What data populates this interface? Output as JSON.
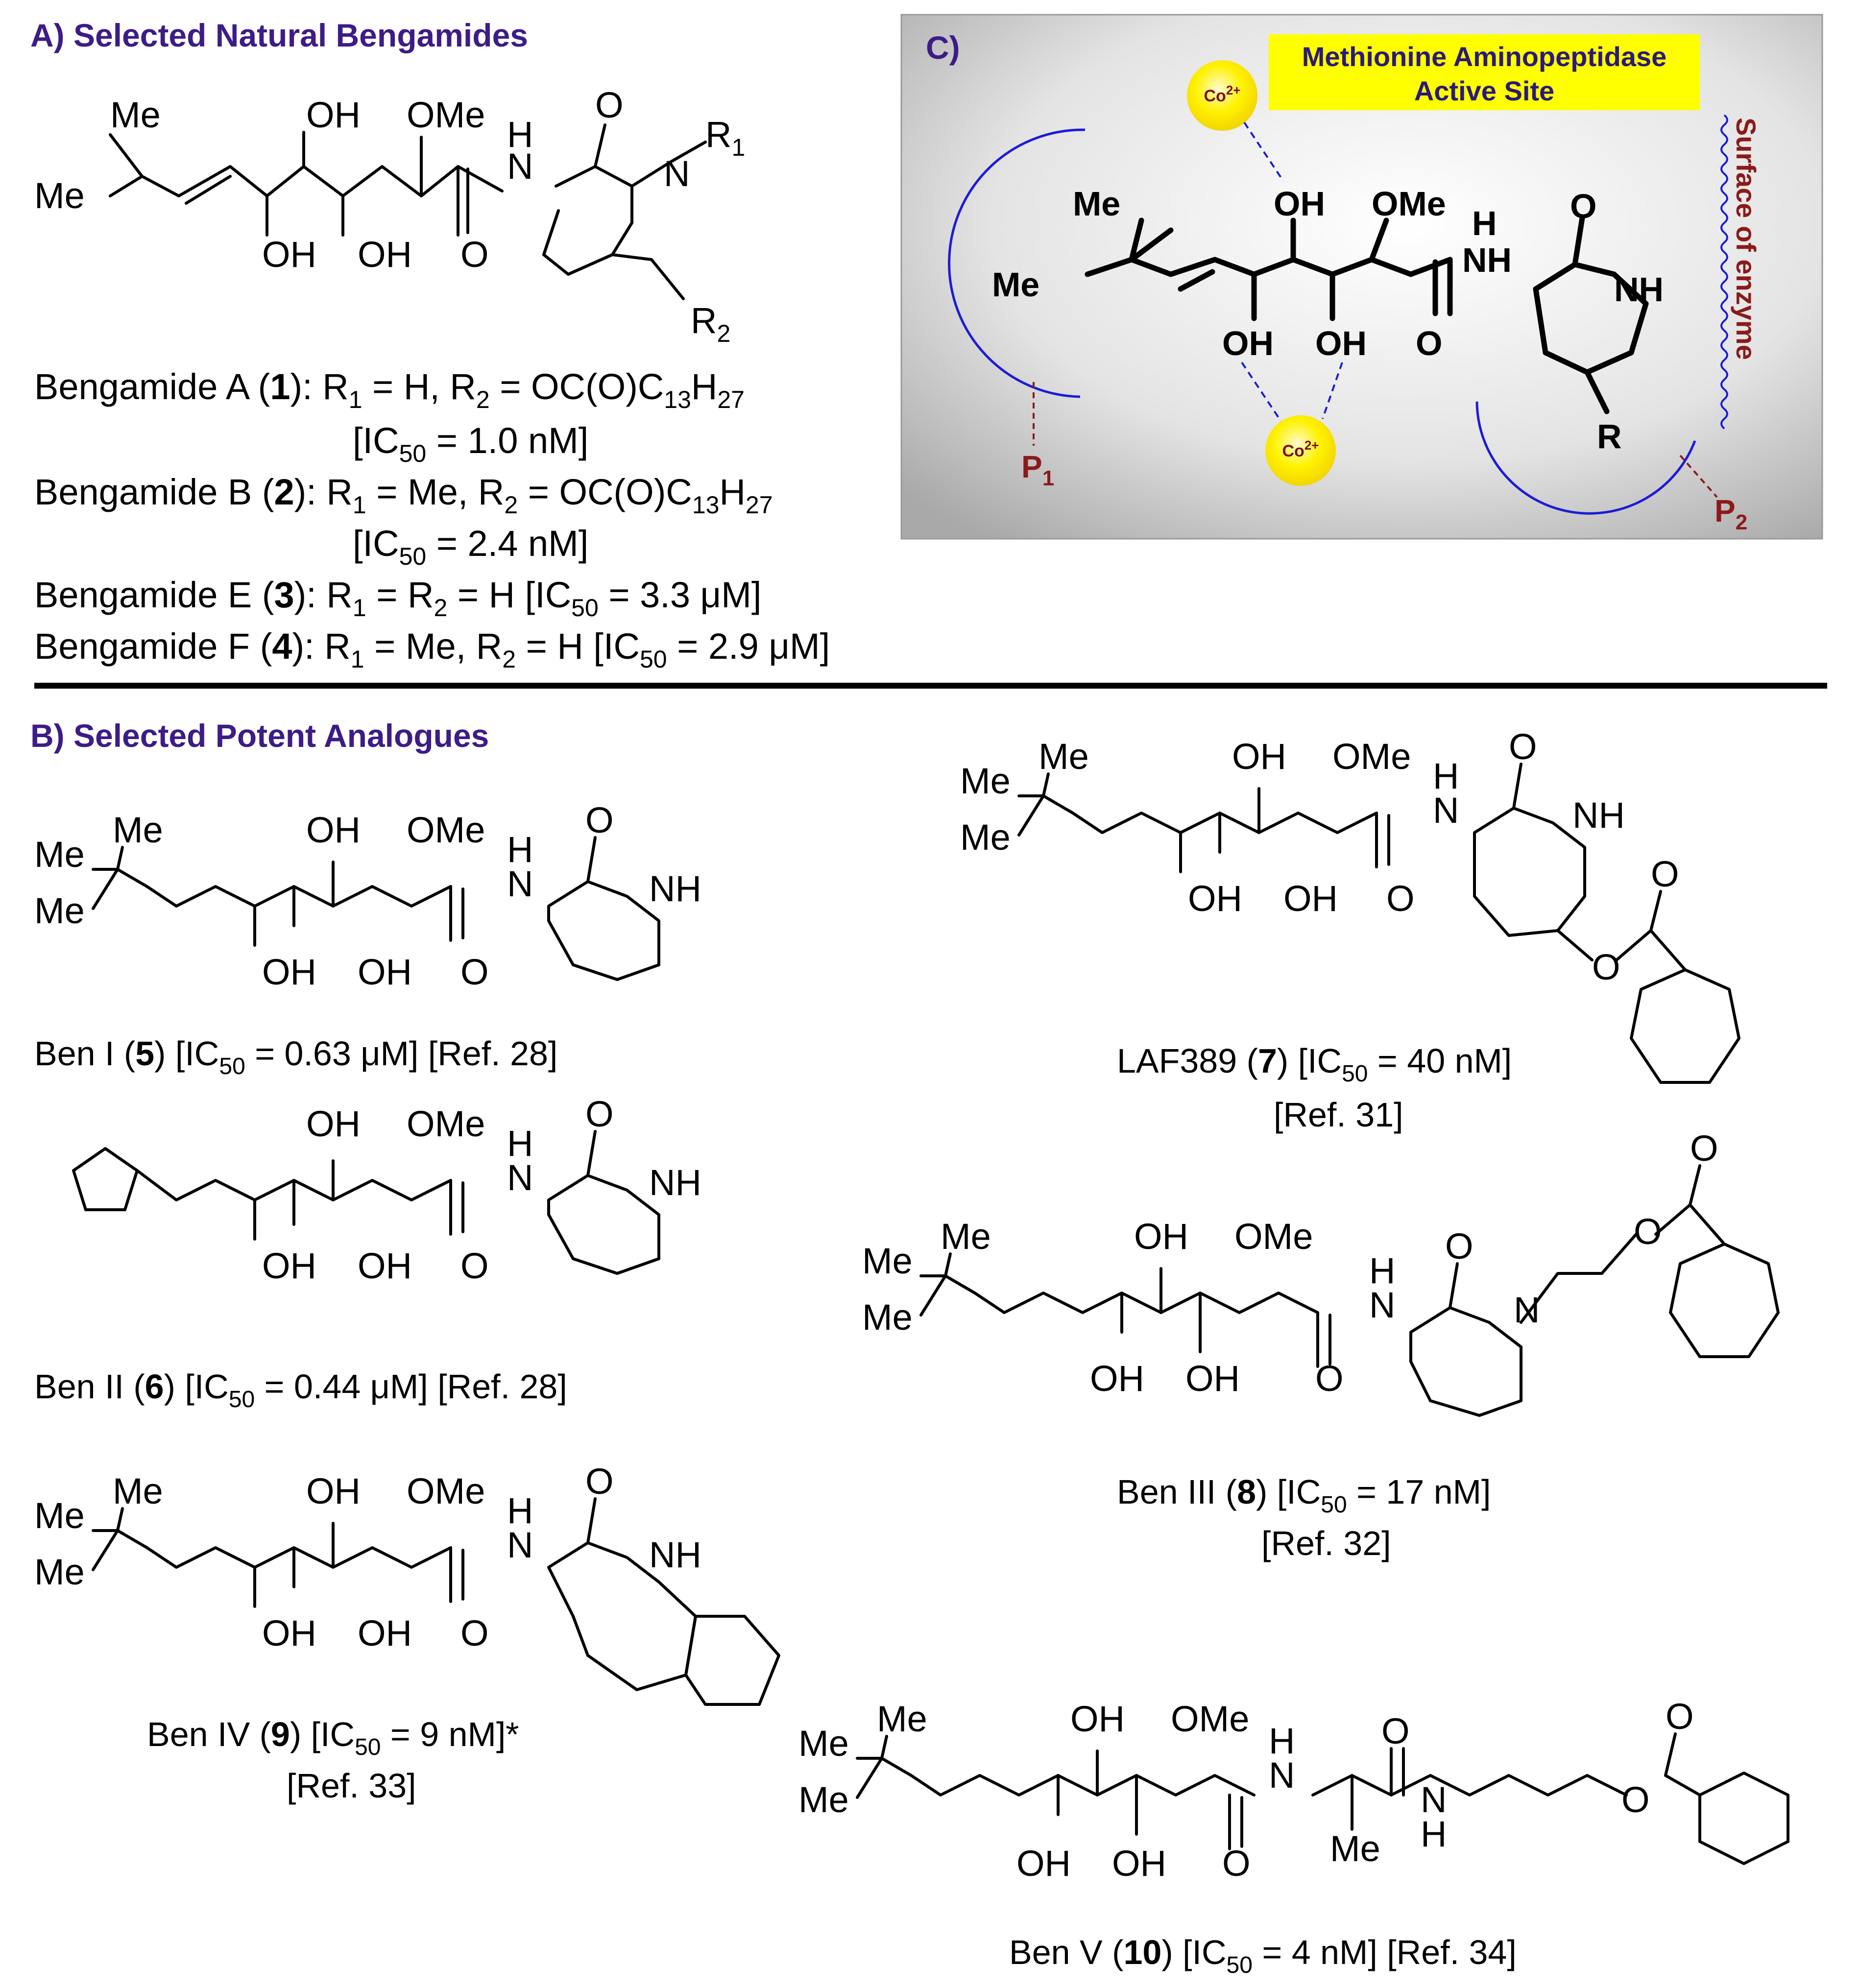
{
  "section_a": {
    "heading": "A) Selected Natural Bengamides",
    "atoms": {
      "me1": "Me",
      "me2": "Me",
      "oh_top": "OH",
      "ome_top": "OMe",
      "h": "H",
      "n_amide": "N",
      "o_lactam": "O",
      "n_ring": "N",
      "r1": "R",
      "r1_sub": "1",
      "oh_bot1": "OH",
      "oh_bot2": "OH",
      "o_amide": "O",
      "r2": "R",
      "r2_sub": "2"
    },
    "entries": [
      {
        "name": "Bengamide A (",
        "num": "1",
        "rest": "): R",
        "text": "R1 = H, R2 = OC(O)C13H27",
        "ic50": "[IC50 = 1.0 nM]"
      },
      {
        "name": "Bengamide B (",
        "num": "2",
        "text": "R1 = Me, R2 = OC(O)C13H27",
        "ic50": "[IC50 = 2.4 nM]"
      },
      {
        "name": "Bengamide E (",
        "num": "3",
        "text": "R1 = R2 = H [IC50 = 3.3 μM]"
      },
      {
        "name": "Bengamide F (",
        "num": "4",
        "text": "R1 = Me, R2 = H [IC50 = 2.9 μM]"
      }
    ]
  },
  "section_b": {
    "heading": "B) Selected Potent Analogues",
    "compounds": [
      {
        "pre": "Ben I (",
        "num": "5",
        "post": ") [IC",
        "sub": "50",
        "rest": " = 0.63 μM] [Ref. 28]"
      },
      {
        "pre": "Ben II (",
        "num": "6",
        "post": ") [IC",
        "sub": "50",
        "rest": " = 0.44 μM] [Ref. 28]"
      },
      {
        "pre": "Ben IV (",
        "num": "9",
        "post": ") [IC",
        "sub": "50",
        "rest": " = 9 nM]*",
        "ref": "[Ref. 33]"
      },
      {
        "pre": "LAF389 (",
        "num": "7",
        "post": ") [IC",
        "sub": "50",
        "rest": " = 40 nM]",
        "ref": "[Ref. 31]"
      },
      {
        "pre": "Ben III (",
        "num": "8",
        "post": ") [IC",
        "sub": "50",
        "rest": " = 17 nM]",
        "ref": "[Ref. 32]"
      },
      {
        "pre": "Ben V (",
        "num": "10",
        "post": ") [IC",
        "sub": "50",
        "rest": " = 4 nM] [Ref. 34]"
      }
    ],
    "atoms": {
      "me": "Me",
      "oh": "OH",
      "ome": "OMe",
      "h": "H",
      "n": "N",
      "o": "O",
      "nh": "NH"
    }
  },
  "section_c": {
    "heading": "C)",
    "site_label_line1": "Methionine Aminopeptidase",
    "site_label_line2": "Active Site",
    "surface_label": "Surface of enzyme",
    "cobalt": "Co",
    "cobalt_charge": "2+",
    "p1": "P",
    "p1_sub": "1",
    "p2": "P",
    "p2_sub": "2",
    "r_group": "R",
    "atoms": {
      "me": "Me",
      "oh": "OH",
      "ome": "OMe",
      "h": "H",
      "nh": "NH",
      "o": "O"
    },
    "colors": {
      "panel_gray": "#d2d2d2",
      "cobalt_yellow": "#ffee00",
      "label_yellow": "#ffff00",
      "pocket_blue": "#1c1cd6",
      "pocket_red": "#8b1a1a",
      "heading_purple": "#3d1c86"
    }
  }
}
